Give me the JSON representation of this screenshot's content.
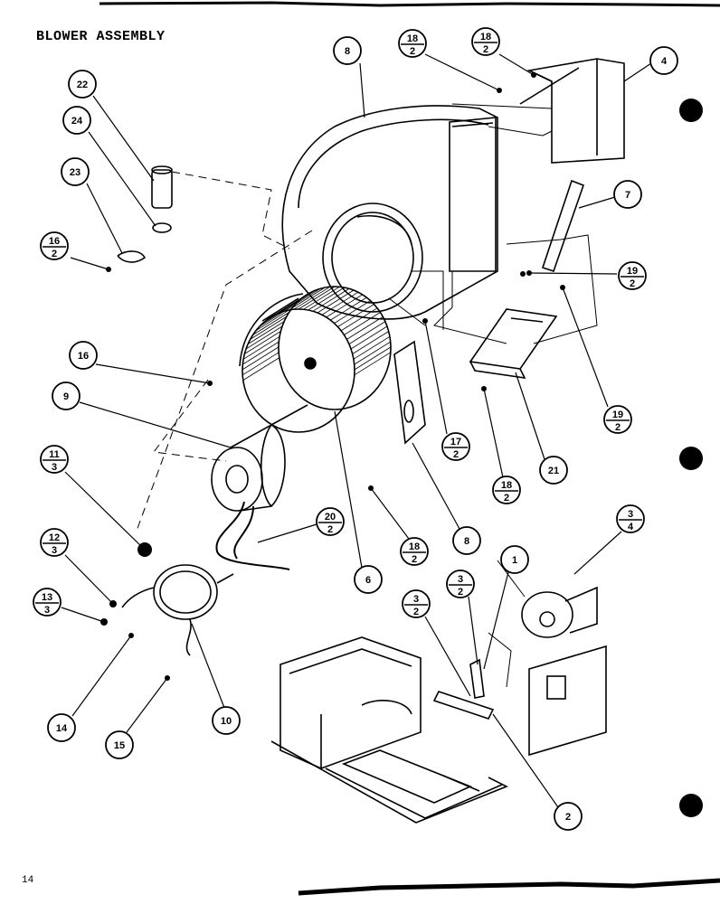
{
  "title": "BLOWER ASSEMBLY",
  "page_number": "14",
  "callouts": [
    {
      "id": "c8top",
      "number": "8",
      "sub": ""
    },
    {
      "id": "c18a",
      "number": "18",
      "sub": "2"
    },
    {
      "id": "c18b",
      "number": "18",
      "sub": "2"
    },
    {
      "id": "c4",
      "number": "4",
      "sub": ""
    },
    {
      "id": "c22",
      "number": "22",
      "sub": ""
    },
    {
      "id": "c24",
      "number": "24",
      "sub": ""
    },
    {
      "id": "c23",
      "number": "23",
      "sub": ""
    },
    {
      "id": "c16a",
      "number": "16",
      "sub": "2"
    },
    {
      "id": "c7",
      "number": "7",
      "sub": ""
    },
    {
      "id": "c19a",
      "number": "19",
      "sub": "2"
    },
    {
      "id": "c16",
      "number": "16",
      "sub": ""
    },
    {
      "id": "c9",
      "number": "9",
      "sub": ""
    },
    {
      "id": "c19b",
      "number": "19",
      "sub": "2"
    },
    {
      "id": "c11",
      "number": "11",
      "sub": "3"
    },
    {
      "id": "c17",
      "number": "17",
      "sub": "2"
    },
    {
      "id": "c18c",
      "number": "18",
      "sub": "2"
    },
    {
      "id": "c21",
      "number": "21",
      "sub": ""
    },
    {
      "id": "c20",
      "number": "20",
      "sub": "2"
    },
    {
      "id": "c12",
      "number": "12",
      "sub": "3"
    },
    {
      "id": "c18d",
      "number": "18",
      "sub": "2"
    },
    {
      "id": "c8mid",
      "number": "8",
      "sub": ""
    },
    {
      "id": "c6",
      "number": "6",
      "sub": ""
    },
    {
      "id": "c13",
      "number": "13",
      "sub": "3"
    },
    {
      "id": "c1",
      "number": "1",
      "sub": ""
    },
    {
      "id": "c3a",
      "number": "3",
      "sub": "4"
    },
    {
      "id": "c3b",
      "number": "3",
      "sub": "2"
    },
    {
      "id": "c3c",
      "number": "3",
      "sub": "2"
    },
    {
      "id": "c14",
      "number": "14",
      "sub": ""
    },
    {
      "id": "c15",
      "number": "15",
      "sub": ""
    },
    {
      "id": "c10",
      "number": "10",
      "sub": ""
    },
    {
      "id": "c2",
      "number": "2",
      "sub": ""
    }
  ]
}
